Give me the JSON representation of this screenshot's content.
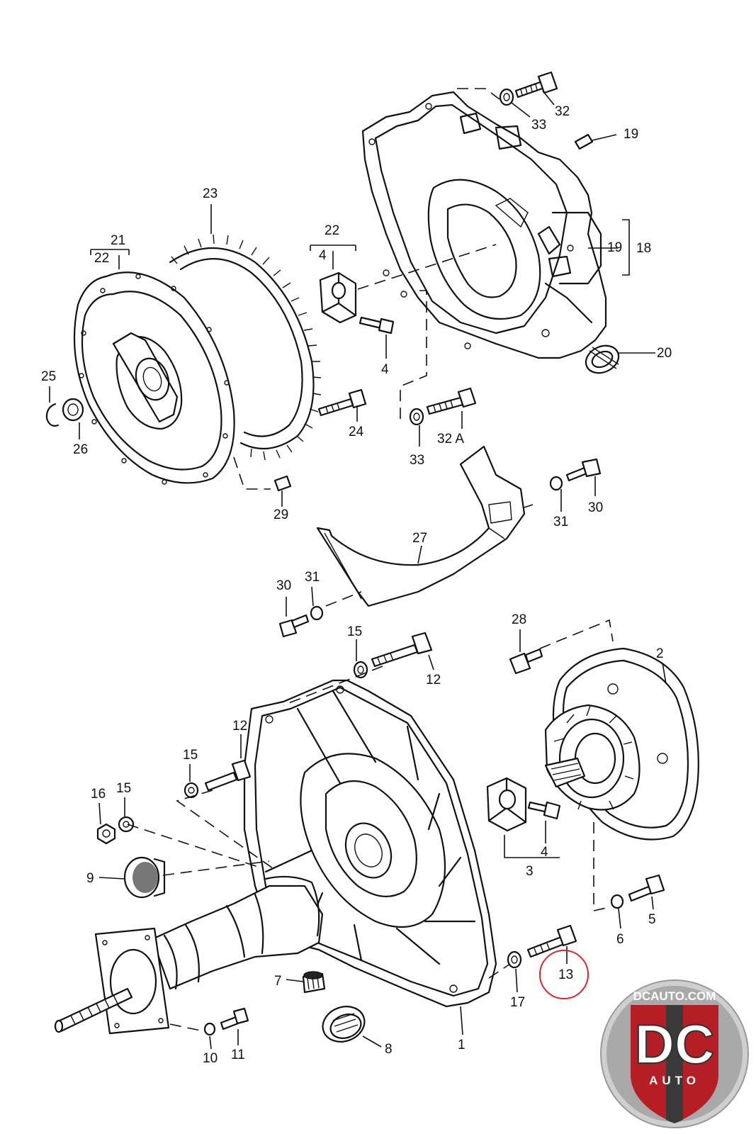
{
  "callouts": [
    {
      "id": "c32-top",
      "text": "32"
    },
    {
      "id": "c33-top",
      "text": "33"
    },
    {
      "id": "c19-top",
      "text": "19"
    },
    {
      "id": "c19-mid",
      "text": "19"
    },
    {
      "id": "c18",
      "text": "18"
    },
    {
      "id": "c20",
      "text": "20"
    },
    {
      "id": "c23",
      "text": "23"
    },
    {
      "id": "c21",
      "text": "21"
    },
    {
      "id": "c22-left",
      "text": "22"
    },
    {
      "id": "c22-mid",
      "text": "22"
    },
    {
      "id": "c4-mid",
      "text": "4"
    },
    {
      "id": "c4-bolt",
      "text": "4"
    },
    {
      "id": "c25",
      "text": "25"
    },
    {
      "id": "c26",
      "text": "26"
    },
    {
      "id": "c24",
      "text": "24"
    },
    {
      "id": "c33-mid",
      "text": "33"
    },
    {
      "id": "c32a",
      "text": "32 A"
    },
    {
      "id": "c29",
      "text": "29"
    },
    {
      "id": "c27",
      "text": "27"
    },
    {
      "id": "c31-right",
      "text": "31"
    },
    {
      "id": "c30-right",
      "text": "30"
    },
    {
      "id": "c30-left",
      "text": "30"
    },
    {
      "id": "c31-left",
      "text": "31"
    },
    {
      "id": "c28",
      "text": "28"
    },
    {
      "id": "c2",
      "text": "2"
    },
    {
      "id": "c15-top",
      "text": "15"
    },
    {
      "id": "c12-top",
      "text": "12"
    },
    {
      "id": "c12-mid",
      "text": "12"
    },
    {
      "id": "c15-mid",
      "text": "15"
    },
    {
      "id": "c16",
      "text": "16"
    },
    {
      "id": "c15-left",
      "text": "15"
    },
    {
      "id": "c9",
      "text": "9"
    },
    {
      "id": "c4-low",
      "text": "4"
    },
    {
      "id": "c3",
      "text": "3"
    },
    {
      "id": "c5",
      "text": "5"
    },
    {
      "id": "c6",
      "text": "6"
    },
    {
      "id": "c13",
      "text": "13"
    },
    {
      "id": "c17",
      "text": "17"
    },
    {
      "id": "c7",
      "text": "7"
    },
    {
      "id": "c8",
      "text": "8"
    },
    {
      "id": "c10",
      "text": "10"
    },
    {
      "id": "c11",
      "text": "11"
    },
    {
      "id": "c1",
      "text": "1"
    }
  ],
  "highlight": {
    "callout": "13",
    "color": "#d9262c"
  },
  "logo": {
    "domain": "DCAUTO.COM",
    "initials": "DC",
    "word": "AUTO",
    "colors": {
      "red": "#b51e24",
      "charcoal": "#3a3a3a",
      "silver": "#cfcfcf"
    }
  }
}
